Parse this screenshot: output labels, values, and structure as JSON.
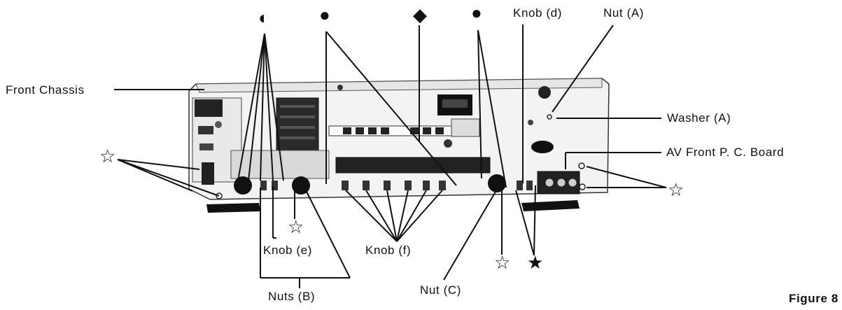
{
  "labels": {
    "front_chassis": "Front Chassis",
    "knob_d": "Knob (d)",
    "nut_a": "Nut (A)",
    "washer_a": "Washer (A)",
    "av_front_pc_board": "AV Front P. C. Board",
    "knob_e": "Knob (e)",
    "knob_f": "Knob (f)",
    "nuts_b": "Nuts (B)",
    "nut_c": "Nut (C)"
  },
  "symbols": {
    "half_circle": "◐",
    "filled_circle": "●",
    "filled_diamond": "◆",
    "open_star": "☆",
    "filled_star": "★"
  },
  "figure_caption": "Figure 8"
}
